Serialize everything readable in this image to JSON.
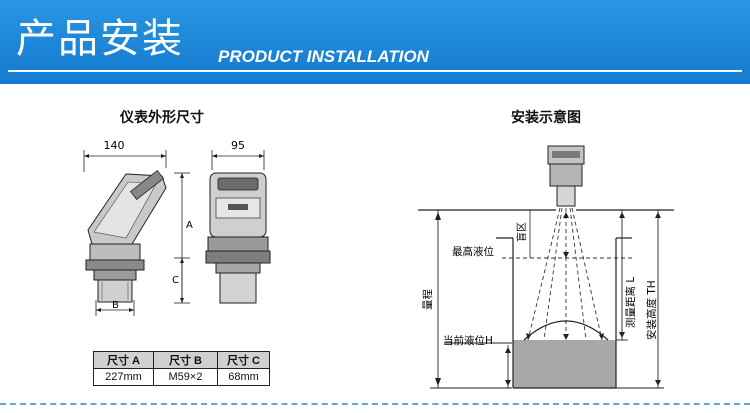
{
  "banner": {
    "title_cn": "产品安装",
    "title_en": "PRODUCT INSTALLATION",
    "color": "#1d86d8"
  },
  "dimensions_section": {
    "title": "仪表外形尺寸",
    "labels": {
      "width_top": "140",
      "width_side": "95",
      "a": "A",
      "b": "B",
      "c": "C"
    }
  },
  "size_table": {
    "headers": [
      "尺寸 A",
      "尺寸 B",
      "尺寸 C"
    ],
    "row": [
      "227mm",
      "M59×2",
      "68mm"
    ]
  },
  "install_section": {
    "title": "安装示意图",
    "labels": {
      "blind_zone": "盲区",
      "max_level": "最高液位",
      "range": "量程",
      "current_level": "当前液位H",
      "measure_distance": "测量距离 L",
      "install_height": "安装高度 TH"
    },
    "liquid_color": "#a8a8a8"
  }
}
